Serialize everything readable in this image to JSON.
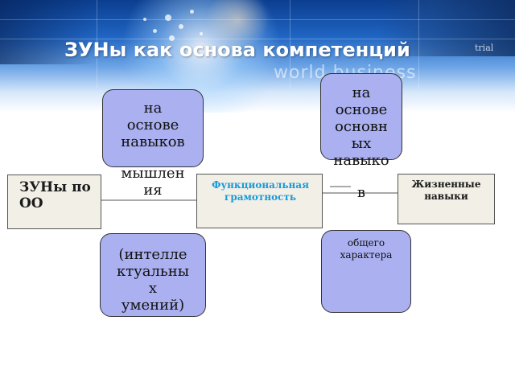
{
  "slide": {
    "title": "ЗУНы как основа компетенций",
    "background_text": "world business",
    "corner_text": "trial"
  },
  "boxes": {
    "zuny": "ЗУНы по ОО",
    "functional": "Функциональная грамотность",
    "life_skills": "Жизненные навыки"
  },
  "callouts": {
    "thinking": {
      "inside": [
        "на",
        "основе",
        "навыков"
      ],
      "below": [
        "мышлен",
        "ия"
      ]
    },
    "basic_skills": {
      "inside": [
        "на",
        "основе",
        "основн",
        "ых",
        "навыко"
      ],
      "below": [
        "в"
      ]
    },
    "intellectual": [
      "(интелле",
      "ктуальны",
      "х",
      "умений)"
    ],
    "general": [
      "общего",
      "характера"
    ]
  },
  "colors": {
    "callout_fill": "#aab0f0",
    "box_fill": "#f1efe6",
    "functional_text": "#1b9ad8",
    "banner_dark": "#0b3e8f"
  }
}
